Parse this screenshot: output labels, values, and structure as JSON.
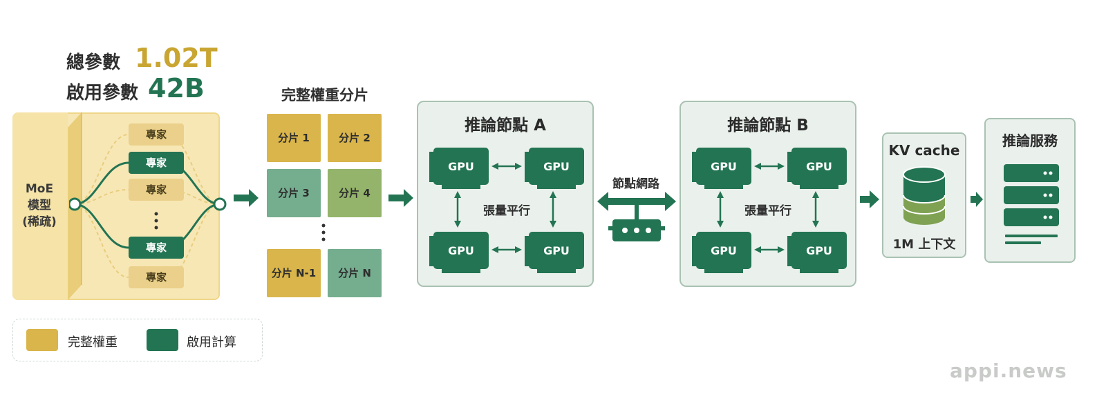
{
  "header": {
    "total_params_label": "總參數",
    "total_params_value": "1.02T",
    "active_params_label": "啟用參數",
    "active_params_value": "42B"
  },
  "moe": {
    "label_line1": "MoE",
    "label_line2": "模型",
    "label_line3": "(稀疏)",
    "experts": [
      {
        "label": "專家",
        "active": false
      },
      {
        "label": "專家",
        "active": true
      },
      {
        "label": "專家",
        "active": false
      },
      {
        "label": "專家",
        "active": true
      },
      {
        "label": "專家",
        "active": false
      }
    ]
  },
  "shards": {
    "title": "完整權重分片",
    "items": [
      "分片 1",
      "分片 2",
      "分片 3",
      "分片 4",
      "分片 N-1",
      "分片 N"
    ]
  },
  "node_a": {
    "title": "推論節點 A",
    "gpus": [
      "GPU",
      "GPU",
      "GPU",
      "GPU"
    ],
    "parallel_label": "張量平行"
  },
  "network": {
    "label": "節點網路"
  },
  "node_b": {
    "title": "推論節點 B",
    "gpus": [
      "GPU",
      "GPU",
      "GPU",
      "GPU"
    ],
    "parallel_label": "張量平行"
  },
  "kv_cache": {
    "title": "KV cache",
    "context_label": "1M 上下文"
  },
  "service": {
    "title": "推論服務"
  },
  "legend": {
    "full_weights": "完整權重",
    "active_compute": "啟用計算"
  },
  "colors": {
    "gold": "#d9b54b",
    "green": "#237453",
    "light_green_bg": "#eaf1ec"
  },
  "watermark": "appi.news"
}
